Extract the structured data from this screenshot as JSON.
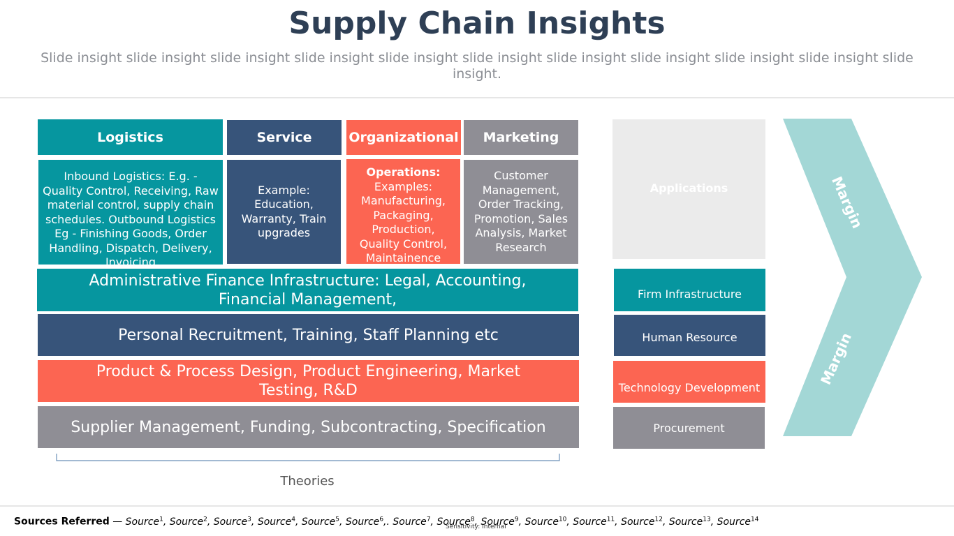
{
  "header": {
    "title": "Supply Chain Insights",
    "subtitle": "Slide insight slide insight slide insight slide insight slide insight slide insight slide insight slide insight slide insight slide insight slide insight."
  },
  "primary_activities": [
    {
      "header": "Logistics",
      "body": "Inbound Logistics: E.g. - Quality Control, Receiving, Raw material control, supply chain schedules. Outbound Logistics Eg - Finishing Goods, Order Handling, Dispatch, Delivery, Invoicing"
    },
    {
      "header": "Service",
      "body": "Example: Education, Warranty, Train upgrades"
    },
    {
      "header": "Organizational",
      "body_bold": "Operations:",
      "body": "Examples: Manufacturing, Packaging, Production, Quality Control, Maintainence"
    },
    {
      "header": "Marketing",
      "body": "Customer Management, Order Tracking, Promotion, Sales Analysis, Market Research"
    }
  ],
  "support_activities": [
    "Administrative Finance Infrastructure: Legal, Accounting, Financial Management,",
    "Personal Recruitment, Training, Staff Planning etc",
    "Product & Process Design, Product Engineering, Market Testing, R&D",
    "Supplier Management, Funding, Subcontracting, Specification"
  ],
  "bracket_label": "Theories",
  "right_column": {
    "applications": "Applications",
    "items": [
      "Firm Infrastructure",
      "Human Resource",
      "Technology Development",
      "Procurement"
    ]
  },
  "margin_labels": [
    "Margin",
    "Margin"
  ],
  "footer": {
    "sources_label": "Sources Referred",
    "sources_dash": " — ",
    "sources": [
      {
        "name": "Source",
        "sup": "1",
        "sep": ", "
      },
      {
        "name": "Source",
        "sup": "2",
        "sep": ", "
      },
      {
        "name": "Source",
        "sup": "3",
        "sep": ", "
      },
      {
        "name": "Source",
        "sup": "4",
        "sep": ", "
      },
      {
        "name": "Source",
        "sup": "5",
        "sep": ", "
      },
      {
        "name": "Source",
        "sup": "6",
        "sep": ",. "
      },
      {
        "name": "Source",
        "sup": "7",
        "sep": ", "
      },
      {
        "name": "Source",
        "sup": "8",
        "sep": ", "
      },
      {
        "name": "Source",
        "sup": "9",
        "sep": ", "
      },
      {
        "name": "Source",
        "sup": "10",
        "sep": ", "
      },
      {
        "name": "Source",
        "sup": "11",
        "sep": ", "
      },
      {
        "name": "Source",
        "sup": "12",
        "sep": ", "
      },
      {
        "name": "Source",
        "sup": "13",
        "sep": ", "
      },
      {
        "name": "Source",
        "sup": "14",
        "sep": ""
      }
    ],
    "sensitivity": "Sensitivity: Internal"
  },
  "colors": {
    "title": "#2e3f55",
    "teal": "#06969f",
    "navy": "#37547a",
    "coral": "#fc6552",
    "grey": "#8f8e95",
    "applications_bg": "#ebebeb",
    "chevron": "#a3d7d6"
  }
}
